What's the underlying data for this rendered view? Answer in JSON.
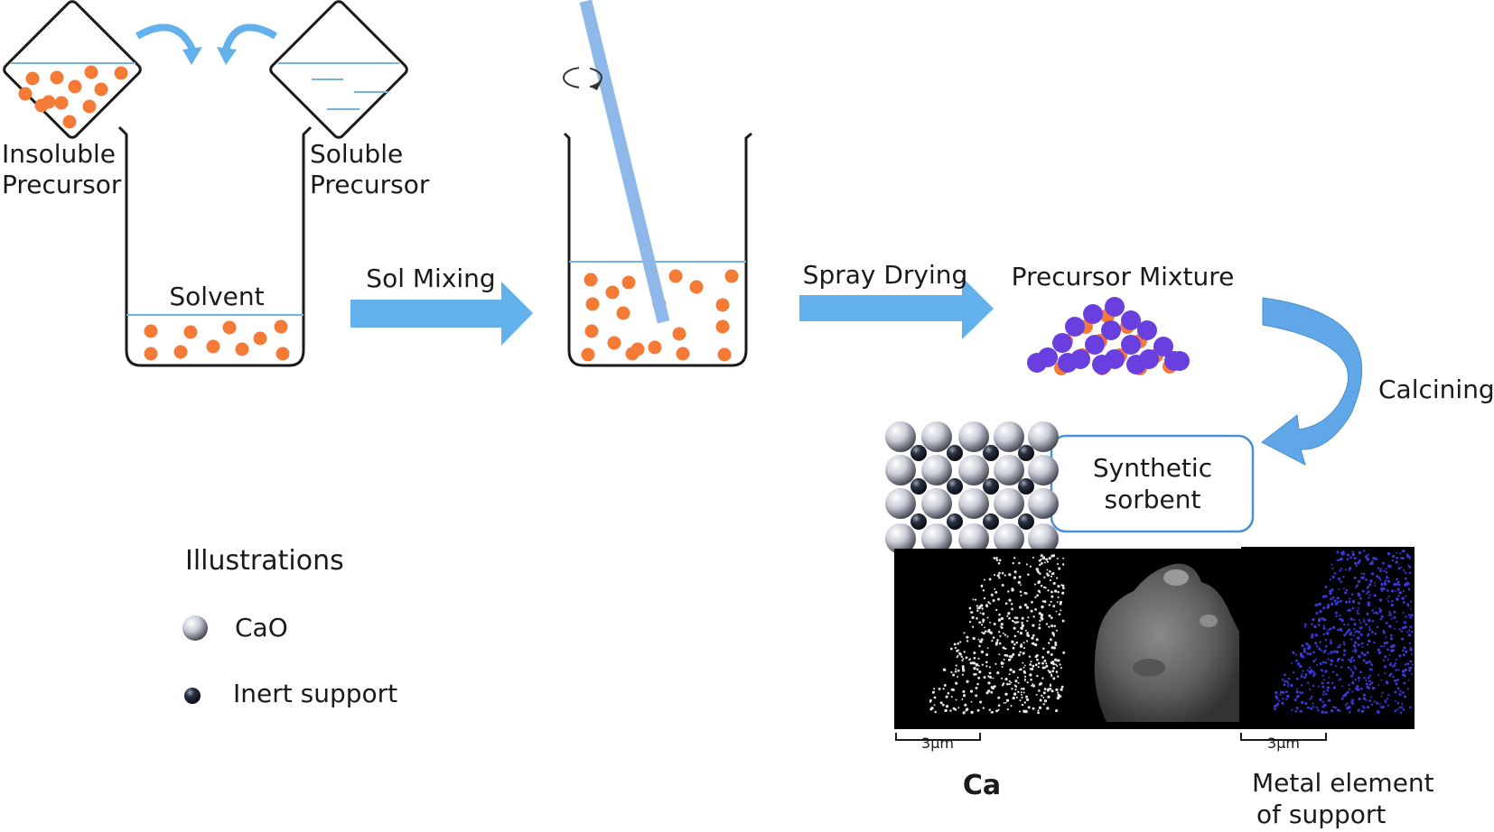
{
  "labels": {
    "insoluble_line1": "Insoluble",
    "insoluble_line2": "Precursor",
    "soluble_line1": "Soluble",
    "soluble_line2": "Precursor",
    "solvent": "Solvent",
    "sol_mixing": "Sol Mixing",
    "spray_drying": "Spray Drying",
    "precursor_mixture": "Precursor Mixture",
    "calcining": "Calcining",
    "synthetic_line1": "Synthetic",
    "synthetic_line2": "sorbent"
  },
  "legend": {
    "title": "Illustrations",
    "items": [
      "CaO",
      "Inert support"
    ]
  },
  "micrographs": {
    "scale_left": "3μm",
    "scale_right": "3μm",
    "caption_left": "Ca",
    "caption_right_line1": "Metal element",
    "caption_right_line2": "of support"
  },
  "colors": {
    "particle_orange": "#f47a36",
    "arrow_blue": "#63b1ec",
    "rod_blue": "#8fb8ea",
    "liquid_line": "#6fb3e0",
    "purple_sphere": "#6a3fe0",
    "sorbent_box_border": "#4a90d9",
    "map_blue": "#3a3ae0"
  }
}
